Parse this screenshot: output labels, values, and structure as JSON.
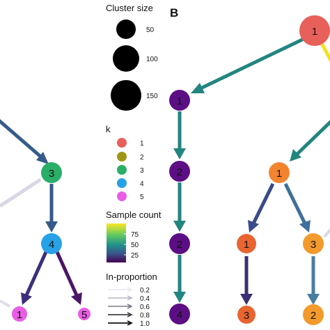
{
  "panel_label": "B",
  "legend": {
    "cluster_size": {
      "title": "Cluster size",
      "entries": [
        {
          "label": "50"
        },
        {
          "label": "100"
        },
        {
          "label": "150"
        }
      ]
    },
    "k": {
      "title": "k",
      "entries": [
        {
          "label": "1",
          "color": "#e8605a"
        },
        {
          "label": "2",
          "color": "#9c9816"
        },
        {
          "label": "3",
          "color": "#2aae68"
        },
        {
          "label": "4",
          "color": "#27a2e6"
        },
        {
          "label": "5",
          "color": "#e85de4"
        }
      ]
    },
    "sample_count": {
      "title": "Sample count",
      "ticks": [
        "75",
        "50",
        "25"
      ],
      "gradient": [
        "#fde725",
        "#5ec962",
        "#21918c",
        "#3b528b",
        "#440154"
      ]
    },
    "in_proportion": {
      "title": "In-proportion",
      "ticks": [
        "0.2",
        "0.4",
        "0.6",
        "0.8",
        "1.0"
      ]
    }
  },
  "left_tree": {
    "nodes": [
      {
        "id": "L3",
        "label": "3",
        "color": "#2aae68"
      },
      {
        "id": "L4",
        "label": "4",
        "color": "#27a2e6"
      },
      {
        "id": "L1",
        "label": "1",
        "color": "#e85de4"
      },
      {
        "id": "L5",
        "label": "5",
        "color": "#e85de4"
      }
    ]
  },
  "right_tree": {
    "nodes": [
      {
        "id": "R_top",
        "label": "1",
        "color": "#e8605a"
      },
      {
        "id": "C1",
        "label": "1",
        "color": "#5c0f84"
      },
      {
        "id": "C2",
        "label": "2",
        "color": "#5c0f84"
      },
      {
        "id": "C3",
        "label": "2",
        "color": "#5c0f84"
      },
      {
        "id": "C4",
        "label": "4",
        "color": "#5c0f84"
      },
      {
        "id": "M1",
        "label": "1",
        "color": "#f2842f"
      },
      {
        "id": "A1",
        "label": "1",
        "color": "#e8652f"
      },
      {
        "id": "A3",
        "label": "3",
        "color": "#f39a2d"
      },
      {
        "id": "B3",
        "label": "3",
        "color": "#e8652f"
      },
      {
        "id": "B2",
        "label": "2",
        "color": "#f39a2d"
      }
    ]
  },
  "edge_colors": {
    "teal": "#22857f",
    "slate": "#365a8a",
    "indigo": "#3a4a8a",
    "purple": "#4b1766",
    "yellow": "#f2e21e",
    "faint": "#d9d6e6"
  }
}
